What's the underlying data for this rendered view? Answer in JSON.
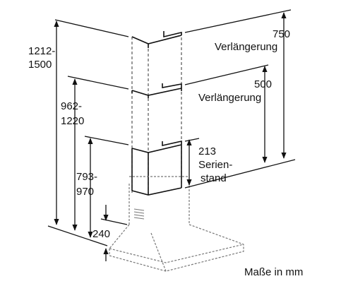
{
  "labels": {
    "d_1212_1500": [
      "1212-",
      "1500"
    ],
    "d_962_1220": [
      "962-",
      "1220"
    ],
    "d_793_970": [
      "793-",
      "970"
    ],
    "d_240": [
      "240"
    ],
    "d_750": [
      "750",
      "Verlängerung"
    ],
    "d_500": [
      "500",
      "Verlängerung"
    ],
    "d_213": [
      "213",
      "Serien-",
      "stand"
    ]
  },
  "footer": {
    "units_note": "Maße in mm"
  },
  "colors": {
    "line": "#111111",
    "dash": "#555555",
    "background": "#ffffff"
  }
}
